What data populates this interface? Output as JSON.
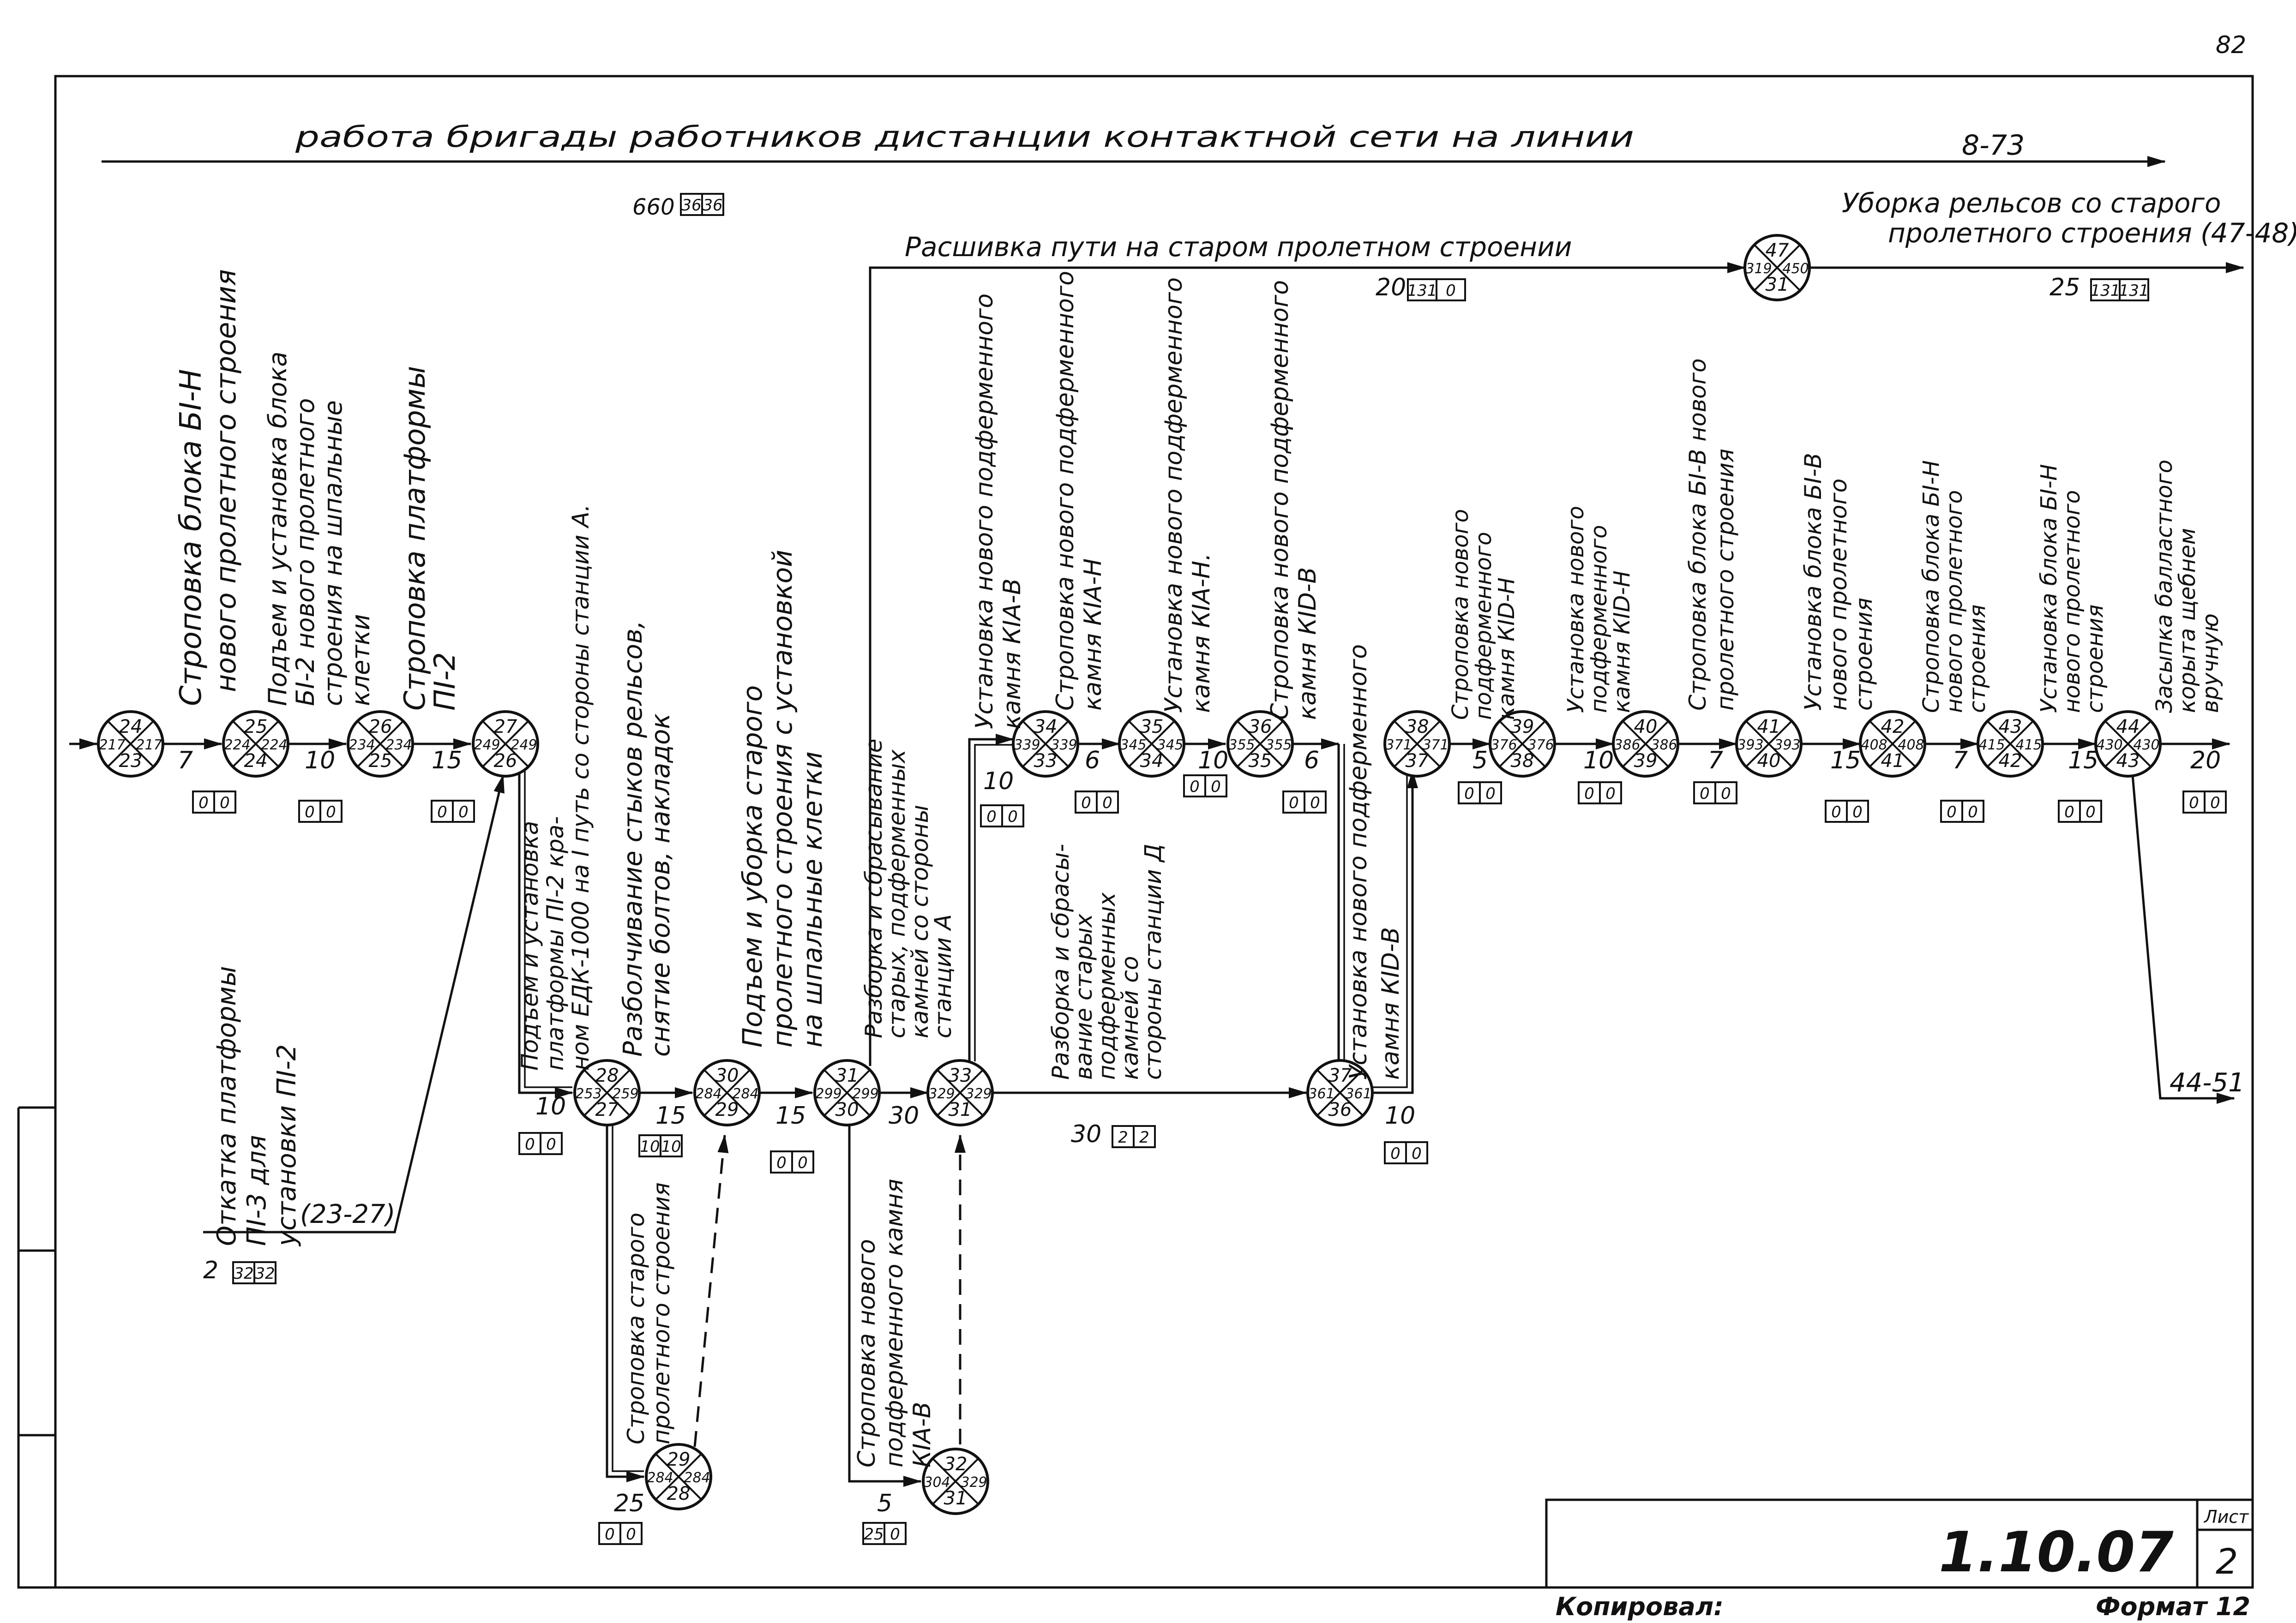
{
  "page": {
    "page_number": "82",
    "top_title": "работа бригады работников дистанции контактной сети на линии",
    "top_title_right": "8-73",
    "top_left_value": "660",
    "top_left_boxes": [
      "36",
      "36"
    ]
  },
  "nodes": [
    {
      "id": "n24",
      "top": "24",
      "left": "217",
      "right": "217",
      "bottom": "23"
    },
    {
      "id": "n25",
      "top": "25",
      "left": "224",
      "right": "224",
      "bottom": "24"
    },
    {
      "id": "n26",
      "top": "26",
      "left": "234",
      "right": "234",
      "bottom": "25"
    },
    {
      "id": "n27",
      "top": "27",
      "left": "249",
      "right": "249",
      "bottom": "26"
    },
    {
      "id": "n28",
      "top": "28",
      "left": "253",
      "right": "259",
      "bottom": "27"
    },
    {
      "id": "n29",
      "top": "29",
      "left": "284",
      "right": "284",
      "bottom": "28"
    },
    {
      "id": "n30",
      "top": "30",
      "left": "284",
      "right": "284",
      "bottom": "29"
    },
    {
      "id": "n31",
      "top": "31",
      "left": "299",
      "right": "299",
      "bottom": "30"
    },
    {
      "id": "n32",
      "top": "32",
      "left": "304",
      "right": "329",
      "bottom": "31"
    },
    {
      "id": "n33",
      "top": "33",
      "left": "329",
      "right": "329",
      "bottom": "31"
    },
    {
      "id": "n34",
      "top": "34",
      "left": "339",
      "right": "339",
      "bottom": "33"
    },
    {
      "id": "n35",
      "top": "35",
      "left": "345",
      "right": "345",
      "bottom": "34"
    },
    {
      "id": "n36",
      "top": "36",
      "left": "355",
      "right": "355",
      "bottom": "35"
    },
    {
      "id": "n37",
      "top": "37",
      "left": "361",
      "right": "361",
      "bottom": "36"
    },
    {
      "id": "n38",
      "top": "38",
      "left": "371",
      "right": "371",
      "bottom": "37"
    },
    {
      "id": "n39",
      "top": "39",
      "left": "376",
      "right": "376",
      "bottom": "38"
    },
    {
      "id": "n40",
      "top": "40",
      "left": "386",
      "right": "386",
      "bottom": "39"
    },
    {
      "id": "n41",
      "top": "41",
      "left": "393",
      "right": "393",
      "bottom": "40"
    },
    {
      "id": "n42",
      "top": "42",
      "left": "408",
      "right": "408",
      "bottom": "41"
    },
    {
      "id": "n43",
      "top": "43",
      "left": "415",
      "right": "415",
      "bottom": "42"
    },
    {
      "id": "n44",
      "top": "44",
      "left": "430",
      "right": "430",
      "bottom": "43"
    },
    {
      "id": "n47",
      "top": "47",
      "left": "319",
      "right": "450",
      "bottom": "31"
    }
  ],
  "durations": [
    "7",
    "10",
    "15",
    "10",
    "15",
    "15",
    "30",
    "10",
    "6",
    "10",
    "6",
    "10",
    "5",
    "10",
    "7",
    "15",
    "7",
    "15",
    "20",
    "25",
    "5",
    "30",
    "2",
    "20",
    "25"
  ],
  "boxes": [
    [
      "0",
      "0"
    ],
    [
      "0",
      "0"
    ],
    [
      "0",
      "0"
    ],
    [
      "0",
      "0"
    ],
    [
      "10",
      "10"
    ],
    [
      "0",
      "0"
    ],
    [
      "0",
      "0"
    ],
    [
      "0",
      "0"
    ],
    [
      "0",
      "0"
    ],
    [
      "0",
      "0"
    ],
    [
      "0",
      "0"
    ],
    [
      "0",
      "0"
    ],
    [
      "0",
      "0"
    ],
    [
      "0",
      "0"
    ],
    [
      "0",
      "0"
    ],
    [
      "0",
      "0"
    ],
    [
      "0",
      "0"
    ],
    [
      "0",
      "0"
    ],
    [
      "0",
      "0"
    ],
    [
      "0",
      "0"
    ],
    [
      "25",
      "0"
    ],
    [
      "2",
      "2"
    ],
    [
      "32",
      "32"
    ],
    [
      "131",
      "0"
    ],
    [
      "131",
      "131"
    ]
  ],
  "tasks": {
    "t1a": "Строповка блока БI-Н",
    "t1b": "нового пролетного строения",
    "t2a": "Подъем и установка блока",
    "t2b": "БI-2 нового пролетного",
    "t2c": "строения на шпальные",
    "t2d": "клетки",
    "t3a": "Строповка платформы",
    "t3b": "ПI-2",
    "t4a": "Подъем и установка",
    "t4b": "платформы ПI-2 кра-",
    "t4c": "ном ЕДК-1000 на I путь со стороны станции А.",
    "t5a": "Разболчивание стыков рельсов,",
    "t5b": "снятие болтов, накладок",
    "t6a": "Подъем и уборка старого",
    "t6b": "пролетного строения с установкой",
    "t6c": "на шпальные клетки",
    "t7a": "Разборка и сбрасывание",
    "t7b": "старых, подферменных",
    "t7c": "камней со стороны",
    "t7d": "станции А",
    "t8a": "Установка нового подферменного",
    "t8b": "камня КIА-В",
    "t9a": "Строповка нового подферменного",
    "t9b": "камня КIА-Н",
    "t10a": "Установка нового подферменного",
    "t10b": "камня КIА-Н.",
    "t11a": "Строповка нового подферменного",
    "t11b": "камня КID-В",
    "t12a": "Установка нового подферменного",
    "t12b": "камня КID-В",
    "t13a": "Строповка нового",
    "t13b": "подферменного",
    "t13c": "камня КID-Н",
    "t14a": "Установка нового",
    "t14b": "подферменного",
    "t14c": "камня КID-Н",
    "t15a": "Строповка блока БI-В нового",
    "t15b": "пролетного строения",
    "t16a": "Установка блока БI-В",
    "t16b": "нового пролетного",
    "t16c": "строения",
    "t17a": "Строповка блока БI-Н",
    "t17b": "нового пролетного",
    "t17c": "строения",
    "t18a": "Установка блока БI-Н",
    "t18b": "нового пролетного",
    "t18c": "строения",
    "t19a": "Засыпка балластного",
    "t19b": "корыта щебнем",
    "t19c": "вручную",
    "t20a": "Разборка и сбрасы-",
    "t20b": "вание старых",
    "t20c": "подферменных",
    "t20d": "камней со",
    "t20e": "стороны станции Д",
    "t21a": "Строповка старого",
    "t21b": "пролетного строения",
    "t22a": "Строповка нового",
    "t22b": "подферменного камня",
    "t22c": "КIА-В",
    "t23a": "Откатка платформы",
    "t23b": "ПI-3 для",
    "t23c": "установки ПI-2",
    "t23d": "(23-27)",
    "t24": "Расшивка пути на старом пролетном строении",
    "t25a": "Уборка рельсов со старого",
    "t25b": "пролетного строения (47-48)",
    "t26": "44-51"
  },
  "title_block": {
    "code": "1.10.07",
    "sheet_label": "Лист",
    "sheet_number": "2",
    "copied_by": "Копировал:",
    "format": "Формат 12"
  }
}
